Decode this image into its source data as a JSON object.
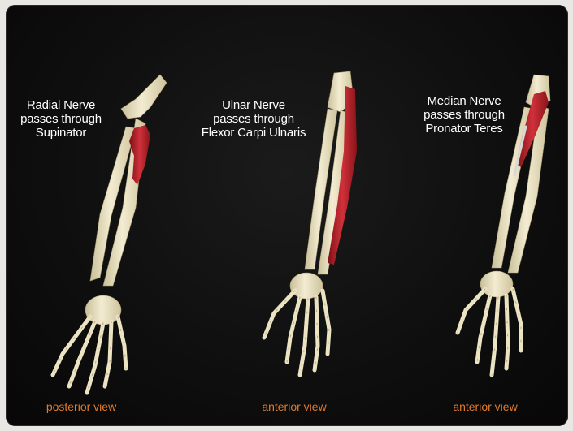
{
  "panels": [
    {
      "nerve_lines": [
        "Radial Nerve",
        "passes through",
        "Supinator"
      ],
      "view": "posterior view"
    },
    {
      "nerve_lines": [
        "Ulnar Nerve",
        "passes through",
        "Flexor Carpi Ulnaris"
      ],
      "view": "anterior view"
    },
    {
      "nerve_lines": [
        "Median Nerve",
        "passes through",
        "Pronator Teres"
      ],
      "view": "anterior view"
    }
  ],
  "colors": {
    "background": "#0f0f0f",
    "bone": "#efe7c8",
    "muscle": "#b8232a",
    "view_label": "#e07a2e",
    "label_text": "#ffffff"
  }
}
